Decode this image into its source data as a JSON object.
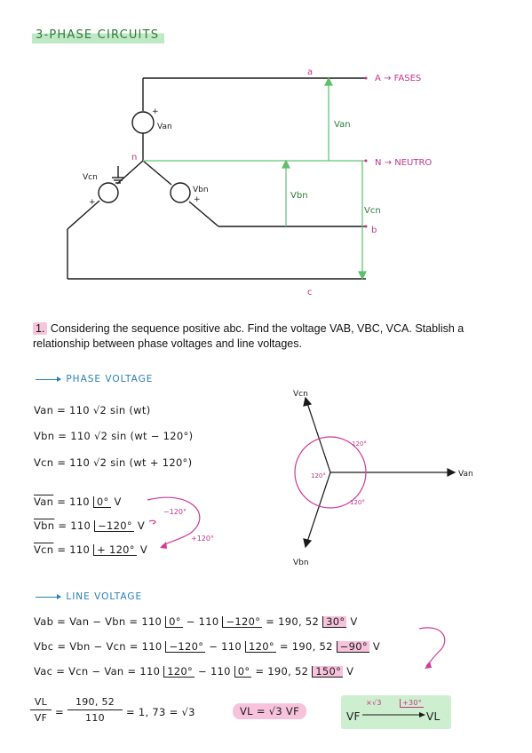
{
  "page_title": "3-PHASE CIRCUITS",
  "circuit": {
    "node_a": "a",
    "node_n": "n",
    "node_b": "b",
    "node_c": "c",
    "label_a_fases": "A → FASES",
    "label_n_neutro": "N → NEUTRO",
    "source_van": "Van",
    "source_vbn": "Vbn",
    "source_vcn": "Vcn",
    "plus": "+",
    "meas_van": "Van",
    "meas_vbn": "Vbn",
    "meas_vcn": "Vcn"
  },
  "question": {
    "number": "1.",
    "text": "Considering the sequence positive abc. Find the voltage VAB, VBC, VCA. Stablish a relationship between phase voltages and line voltages."
  },
  "phase_voltage": {
    "heading": "PHASE VOLTAGE",
    "eq1": "Van = 110 √2  sin (wt)",
    "eq2": "Vbn = 110 √2  sin (wt − 120°)",
    "eq3": "Vcn = 110 √2  sin (wt + 120°)",
    "phasor1_lhs": "Van",
    "phasor1_rhs": "= 110 ",
    "phasor1_ang": "0°",
    "phasor1_unit": " V",
    "phasor2_lhs": "Vbn",
    "phasor2_rhs": "= 110 ",
    "phasor2_ang": "−120°",
    "phasor2_unit": " V",
    "phasor3_lhs": "Vcn",
    "phasor3_rhs": "= 110 ",
    "phasor3_ang": "+ 120°",
    "phasor3_unit": " V",
    "note_minus120": "−120°",
    "note_plus120": "+120°"
  },
  "phasor_diagram": {
    "vcn": "Vcn",
    "van": "Van",
    "vbn": "Vbn",
    "ang_top": "120°",
    "ang_left": "120°",
    "ang_bottom": "120°"
  },
  "line_voltage": {
    "heading": "LINE VOLTAGE",
    "r1_lhs": "Vab = Van − Vbn = 110 ",
    "r1_a1": "0°",
    "r1_mid": " − 110 ",
    "r1_a2": "−120°",
    "r1_eq": " = 190, 52 ",
    "r1_a3": "30°",
    "r1_unit": " V",
    "r2_lhs": "Vbc = Vbn − Vcn = 110 ",
    "r2_a1": "−120°",
    "r2_mid": " − 110 ",
    "r2_a2": "120°",
    "r2_eq": " = 190, 52 ",
    "r2_a3": "−90°",
    "r2_unit": " V",
    "r3_lhs": "Vac = Vcn − Van = 110 ",
    "r3_a1": "120°",
    "r3_mid": " − 110 ",
    "r3_a2": "0°",
    "r3_eq": " = 190, 52 ",
    "r3_a3": "150°",
    "r3_unit": " V"
  },
  "relation": {
    "vl": "VL",
    "vf": "VF",
    "num": "190, 52",
    "den": "110",
    "result": "= 1, 73 = √3",
    "pink": "VL = √3 VF",
    "box_vf": "VF",
    "box_top1": "×√3",
    "box_top2": "+30°",
    "box_vl": "VL"
  },
  "colors": {
    "green": "#2e7a3a",
    "green_line": "#7fd08a",
    "blue": "#2a7fb8",
    "pink": "#d0399a"
  }
}
